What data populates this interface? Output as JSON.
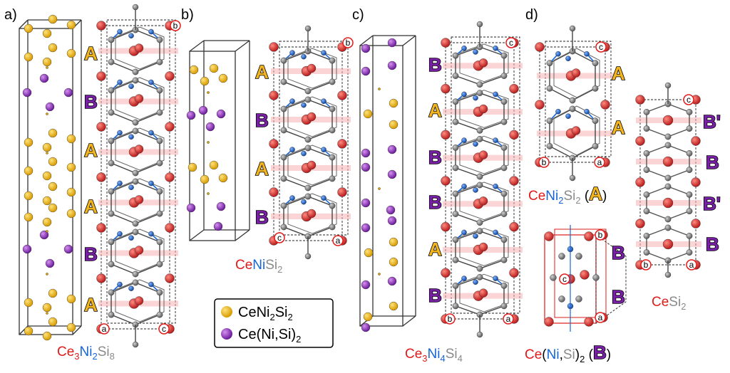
{
  "panels": {
    "a": {
      "label": "a)",
      "layers": [
        "A",
        "B",
        "A",
        "A",
        "B",
        "A"
      ],
      "formula": {
        "ce": "Ce",
        "sub1": "3",
        "ni": "Ni",
        "sub2": "2",
        "si": "Si",
        "sub3": "8"
      },
      "axes": [
        "a",
        "c"
      ]
    },
    "b": {
      "label": "b)",
      "layers": [
        "A",
        "B",
        "A",
        "B"
      ],
      "formula": {
        "ce": "Ce",
        "ni": "Ni",
        "si": "Si",
        "sub3": "2"
      },
      "axes": [
        "b",
        "c",
        "a"
      ]
    },
    "c": {
      "label": "c)",
      "layers": [
        "B",
        "A",
        "B",
        "B",
        "A",
        "B"
      ],
      "formula": {
        "ce": "Ce",
        "sub1": "3",
        "ni": "Ni",
        "sub2": "4",
        "si": "Si",
        "sub3": "4"
      },
      "axes": [
        "c",
        "b",
        "a"
      ]
    },
    "d": {
      "label": "d)",
      "cenisi_layers": [
        "A",
        "A"
      ],
      "cenisi_formula": {
        "ce": "Ce",
        "ni": "Ni",
        "sub2": "2",
        "si": "Si",
        "sub3": "2",
        "tag": "A"
      },
      "cesi_layers": [
        "B'",
        "B",
        "B'",
        "B"
      ],
      "cesi_formula": {
        "ce": "Ce",
        "si": "Si",
        "sub3": "2"
      },
      "cenis_layers": [
        "B",
        "B"
      ],
      "cenis_formula": {
        "ce": "Ce",
        "open": "(",
        "ni": "Ni",
        "comma": ",",
        "si": "Si",
        "close": ")",
        "sub": "2",
        "tag": "B"
      },
      "axes_top": [
        "c",
        "b",
        "a"
      ],
      "axes_cesi": [
        "c",
        "b",
        "a"
      ],
      "axes_bottom": [
        "b",
        "c",
        "a"
      ]
    }
  },
  "legend": [
    {
      "label_main": "CeNi",
      "sub1": "2",
      "mid": "Si",
      "sub2": "2",
      "color": "#f2b51e"
    },
    {
      "label_main": "Ce(Ni,Si)",
      "sub1": "2",
      "color": "#8e24aa"
    }
  ],
  "colors": {
    "ce": "#e01b1b",
    "ni": "#1565d8",
    "si": "#8a8a8a",
    "layerA": "#f2b51e",
    "layerB": "#7a1fa8"
  }
}
